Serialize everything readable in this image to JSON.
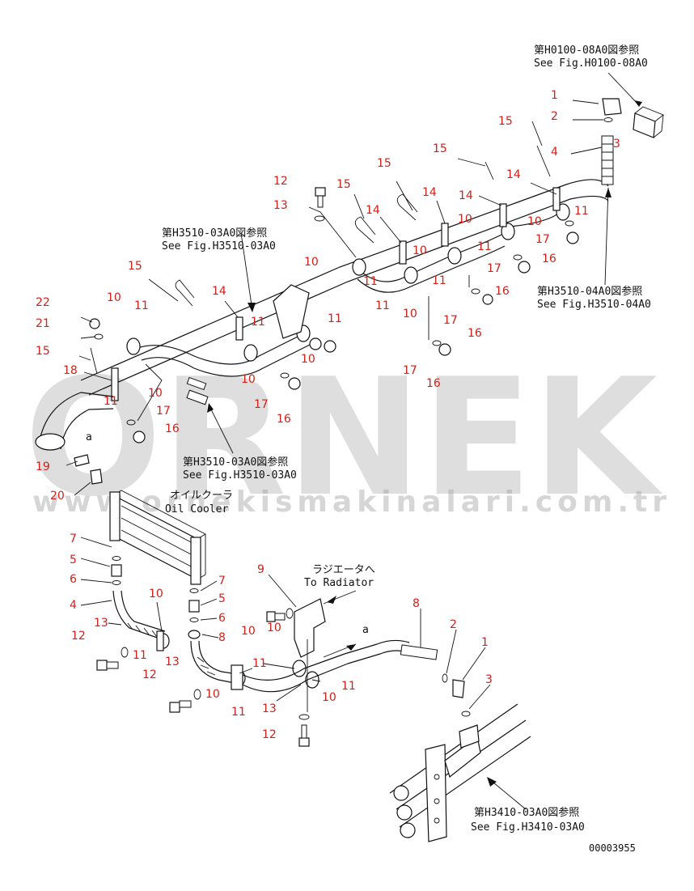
{
  "watermark": {
    "brand": "ORNEK",
    "url": "www.ornekismakinalari.com.tr"
  },
  "references": {
    "h0100_jp": "第H0100-08A0図参照",
    "h0100_en": "See Fig.H0100-08A0",
    "h3510_top_jp": "第H3510-03A0図参照",
    "h3510_top_en": "See Fig.H3510-03A0",
    "h3510_04_jp": "第H3510-04A0図参照",
    "h3510_04_en": "See Fig.H3510-04A0",
    "h3510_mid_jp": "第H3510-03A0図参照",
    "h3510_mid_en": "See Fig.H3510-03A0",
    "oil_cooler_jp": "オイルクーラ",
    "oil_cooler_en": "Oil Cooler",
    "radiator_jp": "ラジエータへ",
    "radiator_en": "To Radiator",
    "h3410_jp": "第H3410-03A0図参照",
    "h3410_en": "See Fig.H3410-03A0"
  },
  "markers": {
    "connector": "a"
  },
  "doc_number": "00003955",
  "part_numbers": {
    "n1": "1",
    "n2": "2",
    "n3": "3",
    "n4": "4",
    "n5": "5",
    "n6": "6",
    "n7": "7",
    "n8": "8",
    "n9": "9",
    "n10": "10",
    "n11": "11",
    "n12": "12",
    "n13": "13",
    "n14": "14",
    "n15": "15",
    "n16": "16",
    "n17": "17",
    "n18": "18",
    "n19": "19",
    "n20": "20",
    "n21": "21",
    "n22": "22"
  }
}
